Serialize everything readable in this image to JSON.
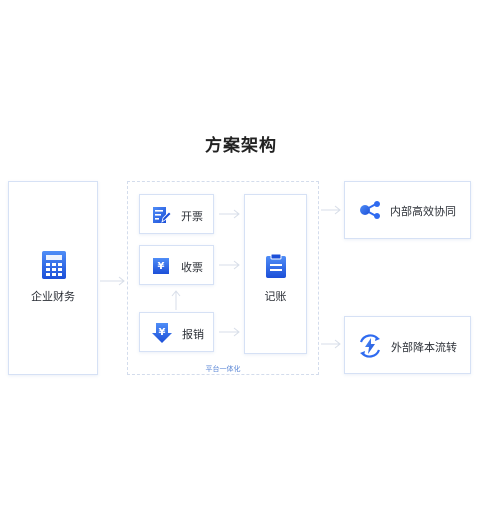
{
  "title": "方案架构",
  "left_box": {
    "label": "企业财务",
    "icon": "calculator-icon"
  },
  "platform": {
    "label": "平台一体化"
  },
  "steps": [
    {
      "label": "开票",
      "icon": "invoice-edit-icon"
    },
    {
      "label": "收票",
      "icon": "receipt-yen-icon"
    },
    {
      "label": "报销",
      "icon": "yen-down-arrow-icon"
    }
  ],
  "center_box": {
    "label": "记账",
    "icon": "clipboard-icon"
  },
  "right_boxes": [
    {
      "label": "内部高效协同",
      "icon": "share-nodes-icon"
    },
    {
      "label": "外部降本流转",
      "icon": "lightning-cycle-icon"
    }
  ],
  "colors": {
    "accent": "#2f6bf0",
    "border": "#d6e1f5",
    "arrow": "#d7dde8"
  }
}
